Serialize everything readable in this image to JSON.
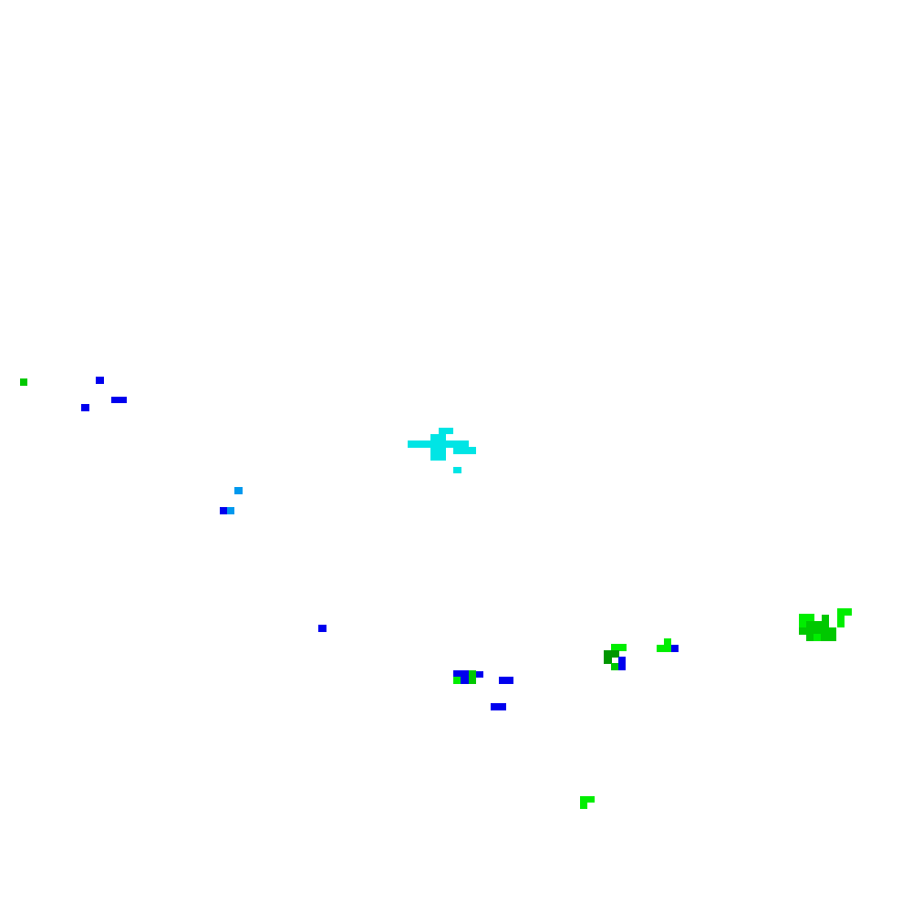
{
  "map": {
    "background": "#ffffff",
    "palette": {
      "cyan": "#00e5e5",
      "light-blue": "#0099ee",
      "blue": "#0000ee",
      "bright-green": "#00ee00",
      "green": "#00c800",
      "dark-green": "#009600"
    },
    "clusters": [
      {
        "id": "west-blue-dots",
        "dominant_color": "blue"
      },
      {
        "id": "west-green-dot",
        "dominant_color": "green"
      },
      {
        "id": "central-cyan-patch",
        "dominant_color": "cyan"
      },
      {
        "id": "light-blue-pair",
        "dominant_color": "light-blue"
      },
      {
        "id": "single-blue-dot",
        "dominant_color": "blue"
      },
      {
        "id": "south-blue-group",
        "dominant_color": "blue"
      },
      {
        "id": "east-green-mixed",
        "dominant_color": "bright-green"
      },
      {
        "id": "far-east-green-patch",
        "dominant_color": "green"
      },
      {
        "id": "south-green-dot",
        "dominant_color": "bright-green"
      }
    ]
  }
}
